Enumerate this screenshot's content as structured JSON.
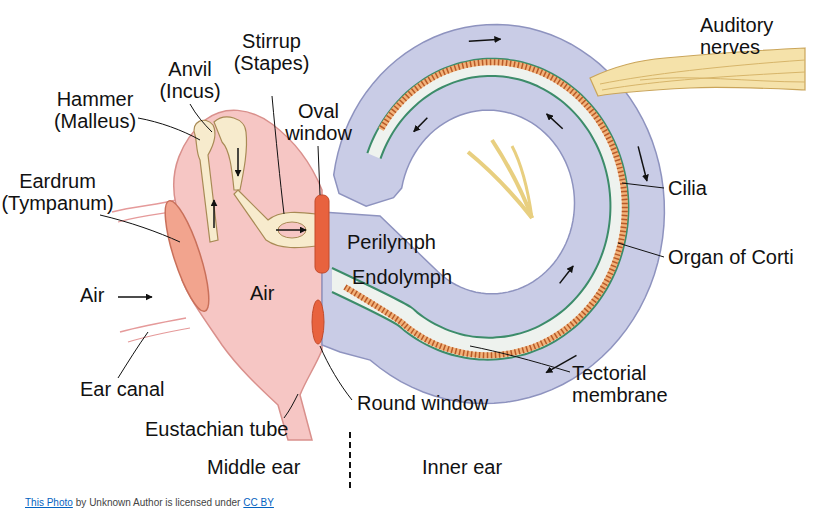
{
  "diagram": {
    "labels": [
      "Auditory nerves",
      "Anvil (Incus)",
      "Stirrup (Stapes)",
      "Oval window",
      "Hammer (Malleus)",
      "Eardrum (Tympanum)",
      "Perilymph",
      "Endolymph",
      "Cilia",
      "Organ of Corti",
      "Air",
      "Air",
      "Tectorial membrane",
      "Ear canal",
      "Round window",
      "Eustachian tube",
      "Middle ear",
      "Inner ear",
      "This Photo",
      "by Unknown Author is licensed under",
      "CC BY"
    ]
  }
}
